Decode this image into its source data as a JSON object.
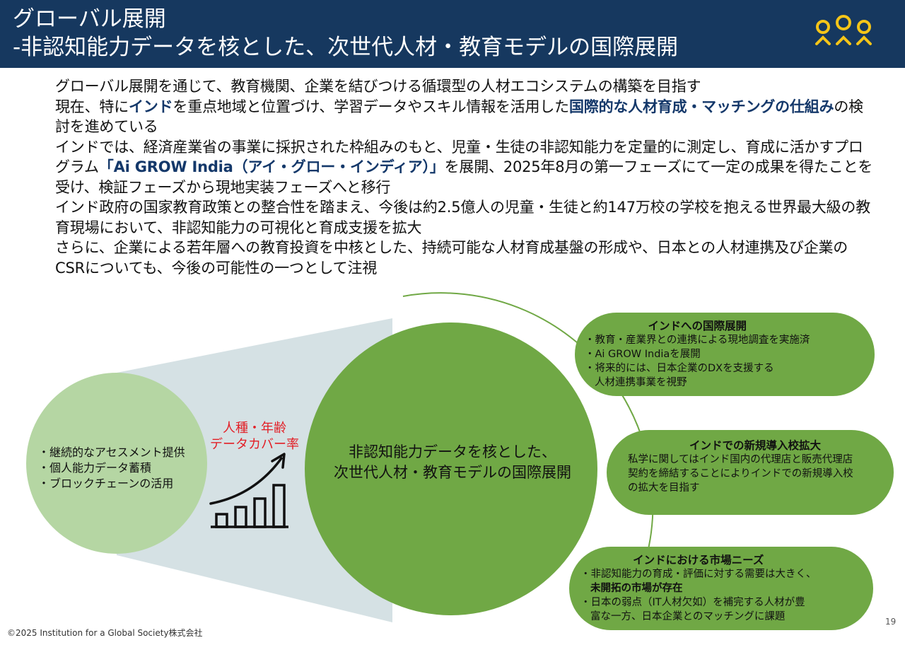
{
  "header": {
    "title_line1": "グローバル展開",
    "title_line2": "-非認知能力データを核とした、次世代人材・教育モデルの国際展開",
    "bg_color": "#16385f",
    "logo_icon": "people-group-icon",
    "logo_color": "#f5c518"
  },
  "intro": {
    "p1": "グローバル展開を通じて、教育機関、企業を結びつける循環型の人材エコシステムの構築を目指す",
    "p2_a": "現在、特に",
    "p2_b": "インド",
    "p2_c": "を重点地域と位置づけ、学習データやスキル情報を活用した",
    "p2_d": "国際的な人材育成・マッチングの仕組み",
    "p2_e": "の検討を進めている",
    "p3_a": "インドでは、経済産業省の事業に採択された枠組みのもと、児童・生徒の非認知能力を定量的に測定し、育成に活かすプログラム",
    "p3_b": "「Ai GROW India（アイ・グロー・インディア）」",
    "p3_c": "を展開、2025年8月の第一フェーズにて一定の成果を得たことを受け、検証フェーズから現地実装フェーズへと移行",
    "p4": "インド政府の国家教育政策との整合性を踏まえ、今後は約2.5億人の児童・生徒と約147万校の学校を抱える世界最大級の教育現場において、非認知能力の可視化と育成支援を拡大",
    "p5": "さらに、企業による若年層への教育投資を中核とした、持続可能な人材育成基盤の形成や、日本との人材連携及び企業のCSRについても、今後の可能性の一つとして注視"
  },
  "left_circle": {
    "items": [
      "・継続的なアセスメント提供",
      "・個人能力データ蓄積",
      "・ブロックチェーンの活用"
    ],
    "color": "#b5d6a3"
  },
  "growth": {
    "label_line1": "人種・年齢",
    "label_line2": "データカバー率",
    "label_color": "#e21f26",
    "icon": "growth-bar-chart-icon"
  },
  "center_circle": {
    "line1": "非認知能力データを核とした、",
    "line2": "次世代人材・教育モデルの国際展開",
    "color": "#70a845"
  },
  "boxes": {
    "india_expansion": {
      "title": "インドへの国際展開",
      "lines": [
        "・教育・産業界との連携による現地調査を実施済",
        "・Ai GROW Indiaを展開",
        "・将来的には、日本企業のDXを支援する",
        "人材連携事業を視野"
      ]
    },
    "new_schools": {
      "title": "インドでの新規導入校拡大",
      "lines": [
        "私学に関してはインド国内の代理店と販売代理店",
        "契約を締結することによりインドでの新規導入校",
        "の拡大を目指す"
      ]
    },
    "market_needs": {
      "title": "インドにおける市場ニーズ",
      "lines": [
        "・非認知能力の育成・評価に対する需要は大きく、",
        "未開拓の市場が存在",
        "・日本の弱点（IT人材欠如）を補完する人材が豊",
        "富な一方、日本企業とのマッチングに課題"
      ]
    },
    "color": "#70a845"
  },
  "footer": {
    "copyright": "©2025  Institution for a Global Society株式会社",
    "page_number": "19"
  }
}
